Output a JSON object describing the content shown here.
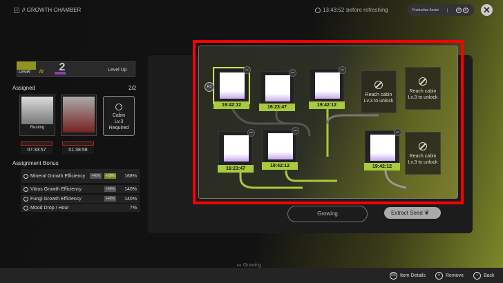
{
  "header": {
    "title": "// GROWTH CHAMBER",
    "refresh_time": "13:43:52",
    "refresh_text": "before refreshing",
    "production_assist": "Production Assist"
  },
  "level": {
    "label": "Level",
    "value": "2",
    "level_up": "Level Up"
  },
  "assigned": {
    "label": "Assigned",
    "count": "2/2",
    "operators": [
      {
        "status": "Resting",
        "timer": "07:33:57"
      },
      {
        "status": "",
        "timer": "01:38:58"
      }
    ],
    "locked_slot": {
      "line1": "Cabin",
      "line2": "Lv.3",
      "line3": "Required"
    }
  },
  "bonus": {
    "title": "Assignment Bonus",
    "rows": [
      {
        "name": "Mineral Growth Efficiency",
        "tags": [
          "+40%",
          "+28%"
        ],
        "value": "168%"
      },
      {
        "name": "Vitros Growth Efficiency",
        "tags": [
          "+40%"
        ],
        "value": "140%"
      },
      {
        "name": "Fungi Growth Efficiency",
        "tags": [
          "+40%"
        ],
        "value": "140%"
      },
      {
        "name": "Mood Drop / Hour",
        "tags": [],
        "value": "7%"
      }
    ]
  },
  "slots": {
    "s1": {
      "timer": "19:42:12"
    },
    "s2": {
      "timer": "16:23:47"
    },
    "s3": {
      "timer": "19:42:12"
    },
    "s4": {
      "timer": "16:23:47"
    },
    "s5": {
      "timer": "19:42:12"
    },
    "s6": {
      "timer": "19:42:12"
    },
    "locked_text": "Reach cabin Lv.3 to unlock"
  },
  "buttons": {
    "growing": "Growing",
    "extract_seed": "Extract Seed",
    "r3": "R3"
  },
  "footer": {
    "status": "Growing",
    "item_details": "Item Details",
    "remove": "Remove",
    "back": "Back"
  }
}
